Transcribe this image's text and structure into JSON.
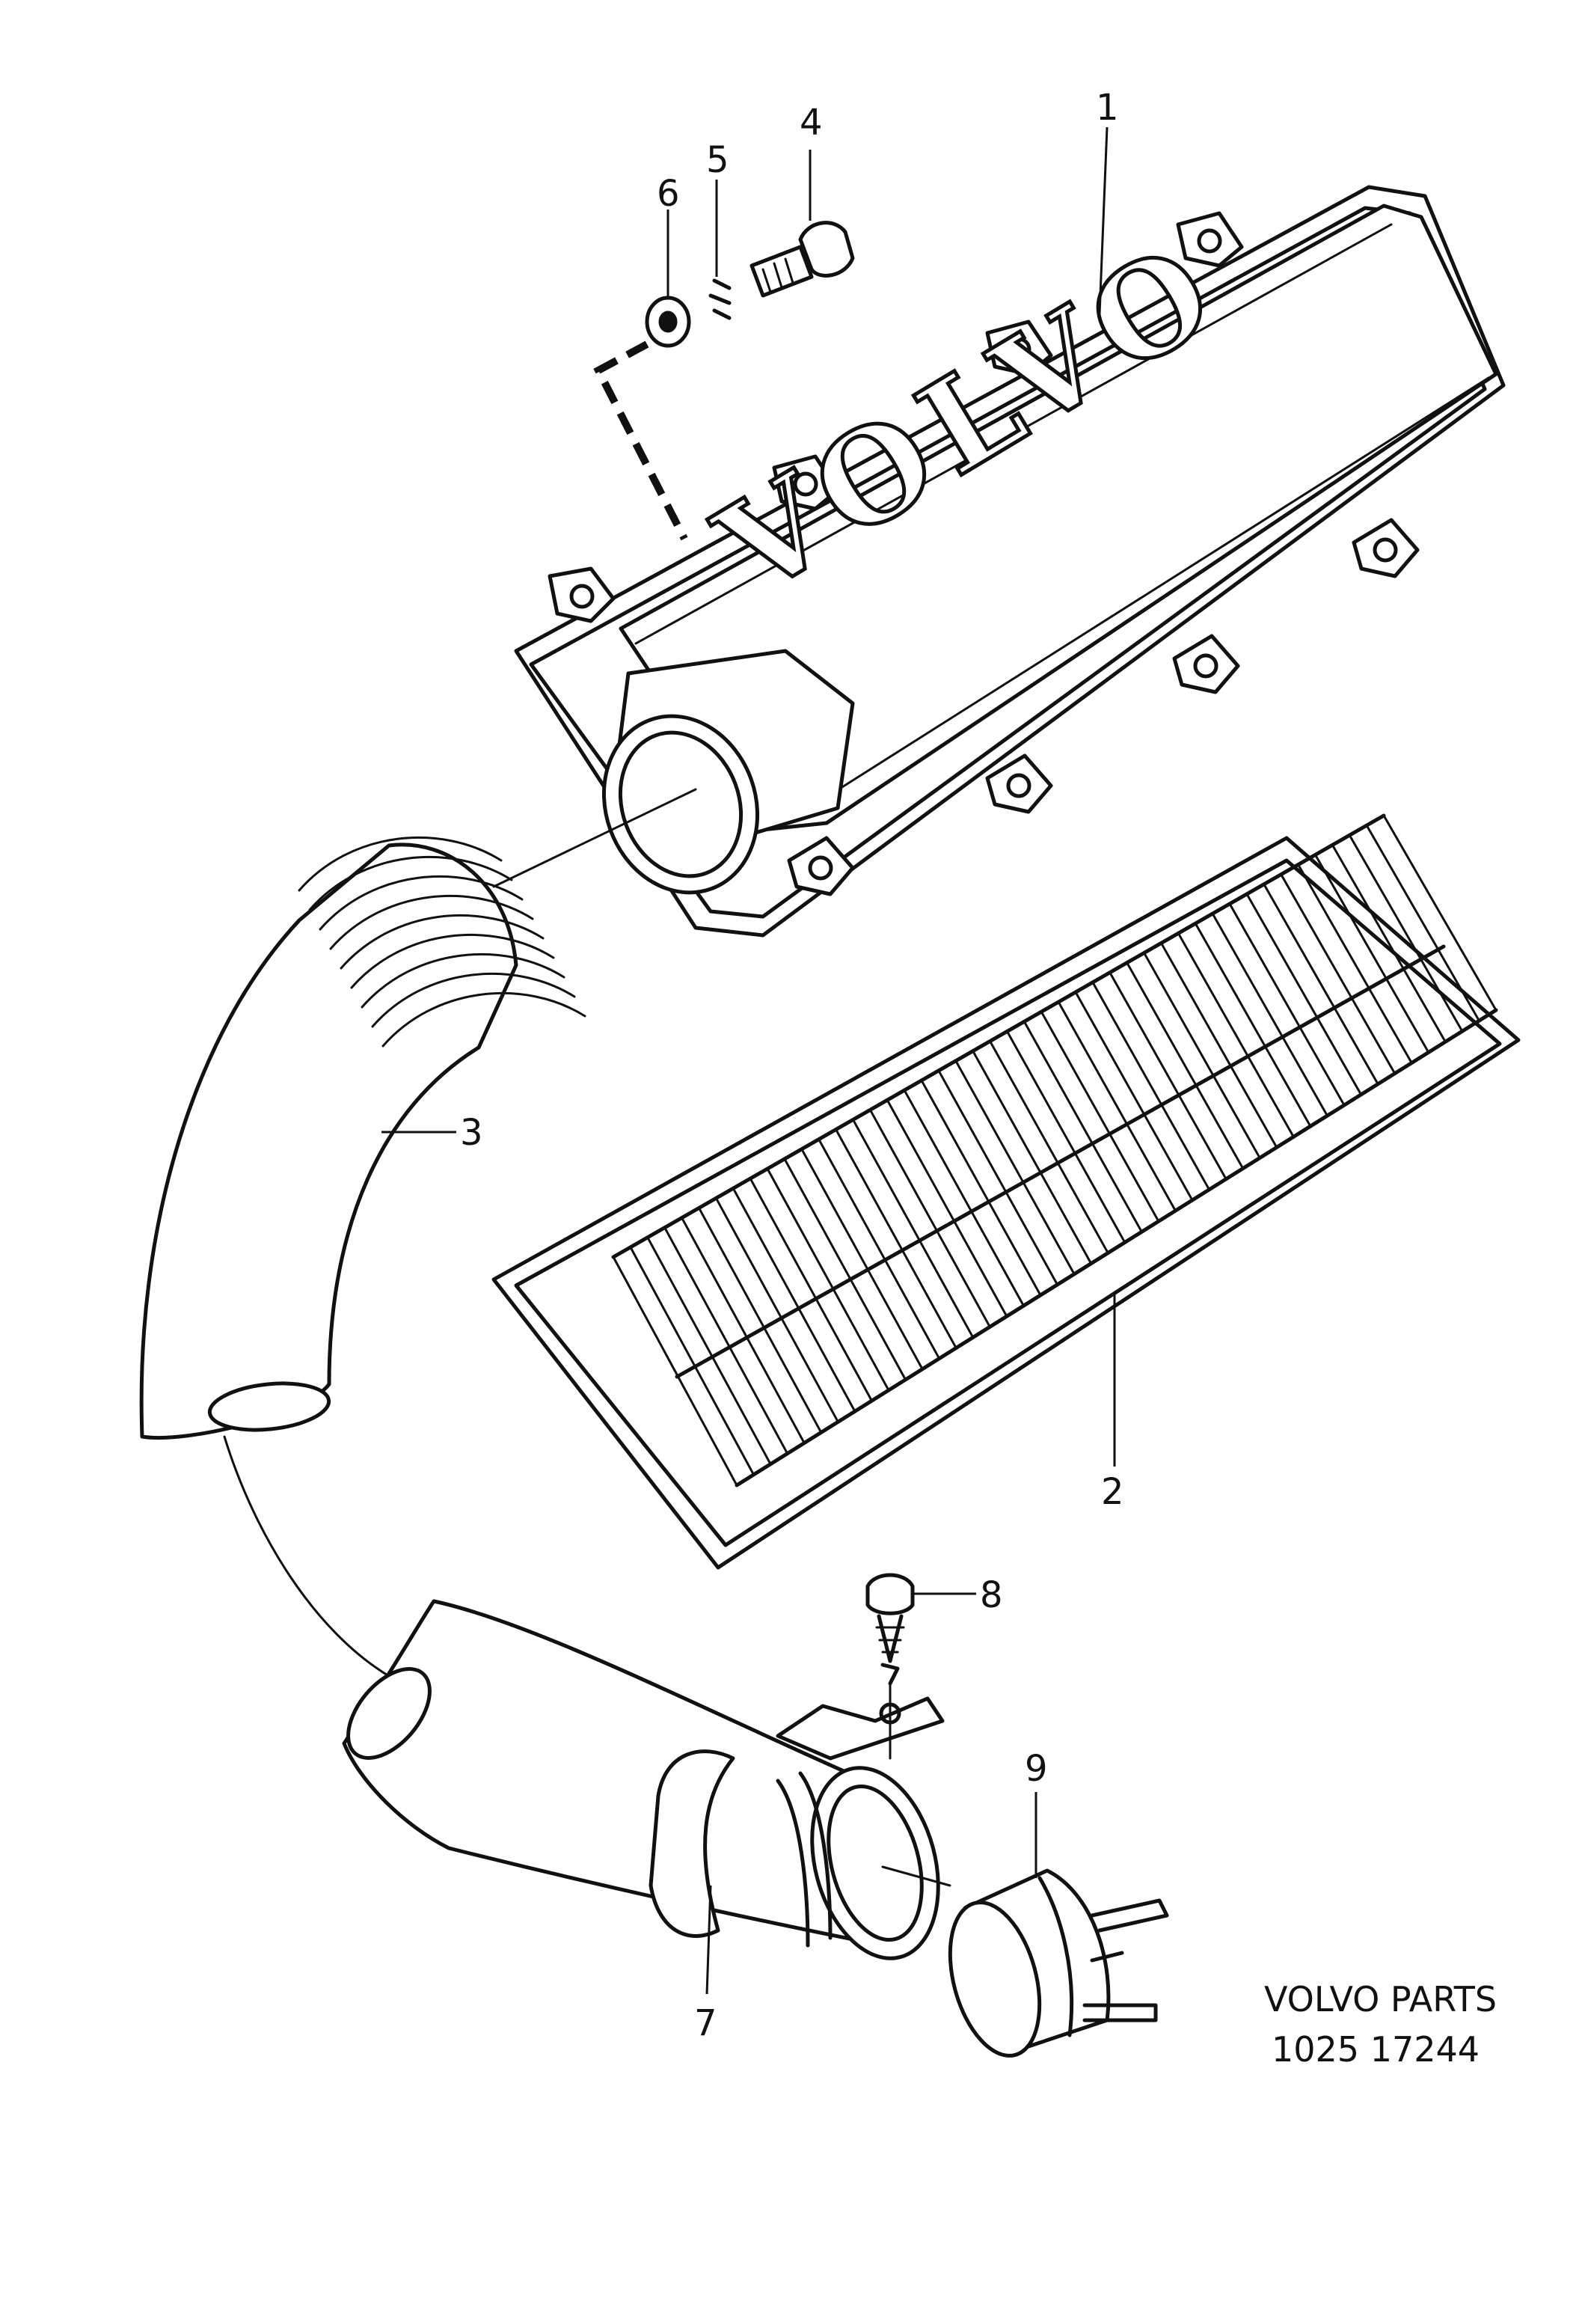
{
  "callouts": [
    {
      "id": "1",
      "text": "1"
    },
    {
      "id": "2",
      "text": "2"
    },
    {
      "id": "3",
      "text": "3"
    },
    {
      "id": "4",
      "text": "4"
    },
    {
      "id": "5",
      "text": "5"
    },
    {
      "id": "6",
      "text": "6"
    },
    {
      "id": "7",
      "text": "7"
    },
    {
      "id": "8",
      "text": "8"
    },
    {
      "id": "9",
      "text": "9"
    }
  ],
  "brand_on_cover": "VOLVO",
  "footer": {
    "line1": "VOLVO PARTS",
    "line2": "1025 17244"
  }
}
